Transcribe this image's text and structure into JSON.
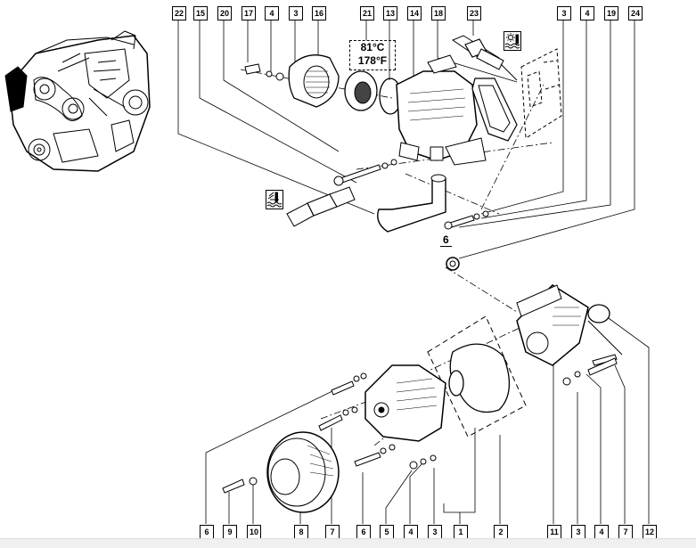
{
  "diagram": {
    "title_hidden": "Engine cooling system exploded view",
    "thermostat_rating": {
      "celsius": "81°C",
      "fahrenheit": "178°F"
    },
    "sub_label": "6",
    "top_callouts": [
      "22",
      "15",
      "20",
      "17",
      "4",
      "3",
      "16",
      "21",
      "13",
      "14",
      "18",
      "23",
      "3",
      "4",
      "19",
      "24"
    ],
    "bottom_callouts": [
      "6",
      "9",
      "10",
      "8",
      "7",
      "6",
      "5",
      "4",
      "3",
      "1",
      "2",
      "11",
      "3",
      "4",
      "7",
      "12"
    ],
    "icons": [
      "engine-icon",
      "temperature-sensor-icon",
      "temperature-sensor-icon"
    ]
  }
}
